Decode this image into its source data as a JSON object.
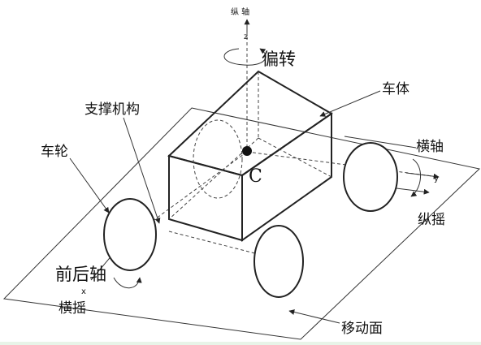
{
  "labels": {
    "vertical_axis": "纵 轴",
    "vertical_axis_letter": "z",
    "yaw": "偏转",
    "body": "车体",
    "support": "支撑机构",
    "lateral_axis": "横轴",
    "lateral_axis_letter": "y",
    "wheel": "车轮",
    "center": "C",
    "pitch": "纵摇",
    "fore_aft_axis": "前后轴",
    "fore_aft_axis_letter": "x",
    "roll": "横摇",
    "ground": "移动面"
  }
}
